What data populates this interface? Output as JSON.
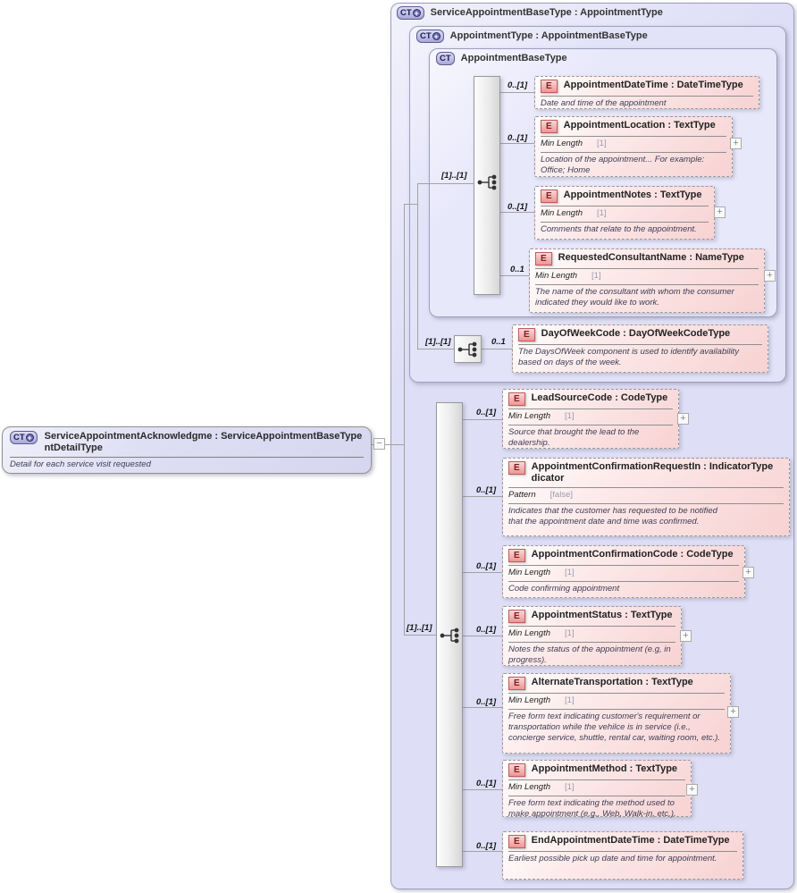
{
  "icons": {
    "complextype_badge": "CT",
    "element_badge": "E",
    "derived_plus": "+",
    "expand": "+",
    "collapse": "−"
  },
  "main_element": {
    "title_line1": "ServiceAppointmentAcknowledgme : ServiceAppointmentBaseType",
    "title_line2": "ntDetailType",
    "annotation": "Detail for each service visit requested"
  },
  "panels": {
    "outer": {
      "title": "ServiceAppointmentBaseType : AppointmentType"
    },
    "middle": {
      "title": "AppointmentType : AppointmentBaseType"
    },
    "inner": {
      "title": "AppointmentBaseType"
    }
  },
  "groups": {
    "base_sequence_cardinality": "[1]..[1]",
    "dayofweek_sequence_cardinality": "[1]..[1]",
    "extension_sequence_cardinality": "[1]..[1]"
  },
  "base_elements": [
    {
      "title": "AppointmentDateTime : DateTimeType",
      "cardinality": "0..[1]",
      "annotation": "Date and time of the appointment"
    },
    {
      "title": "AppointmentLocation : TextType",
      "cardinality": "0..[1]",
      "facet_name": "Min Length",
      "facet_value": "[1]",
      "annotation": "Location of the appointment... For example: Office; Home"
    },
    {
      "title": "AppointmentNotes : TextType",
      "cardinality": "0..[1]",
      "facet_name": "Min Length",
      "facet_value": "[1]",
      "annotation": "Comments that relate to the appointment."
    },
    {
      "title": "RequestedConsultantName : NameType",
      "cardinality": "0..1",
      "facet_name": "Min Length",
      "facet_value": "[1]",
      "annotation": "The name of the consultant with whom the consumer indicated they would like to work."
    }
  ],
  "dayofweek_element": {
    "title": "DayOfWeekCode : DayOfWeekCodeType",
    "cardinality": "0..1",
    "annotation": "The DaysOfWeek component is used to identify availability based on days of the week."
  },
  "extension_elements": [
    {
      "title": "LeadSourceCode : CodeType",
      "cardinality": "0..[1]",
      "facet_name": "Min Length",
      "facet_value": "[1]",
      "annotation": "Source that brought the lead to the dealership."
    },
    {
      "title_line1": "AppointmentConfirmationRequestIn : IndicatorType",
      "title_line2": "dicator",
      "cardinality": "0..[1]",
      "facet_name": "Pattern",
      "facet_value": "[false]",
      "annotation": "Indicates that the customer has requested to be notified that the appointment date and time was confirmed."
    },
    {
      "title": "AppointmentConfirmationCode : CodeType",
      "cardinality": "0..[1]",
      "facet_name": "Min Length",
      "facet_value": "[1]",
      "annotation": "Code confirming appointment"
    },
    {
      "title": "AppointmentStatus : TextType",
      "cardinality": "0..[1]",
      "facet_name": "Min Length",
      "facet_value": "[1]",
      "annotation": "Notes the status of the appointment (e.g, in progress)."
    },
    {
      "title": "AlternateTransportation : TextType",
      "cardinality": "0..[1]",
      "facet_name": "Min Length",
      "facet_value": "[1]",
      "annotation": "Free form text indicating customer's requirement or transportation while the vehilce is in service (i.e., concierge service, shuttle, rental car, waiting room, etc.)."
    },
    {
      "title": "AppointmentMethod : TextType",
      "cardinality": "0..[1]",
      "facet_name": "Min Length",
      "facet_value": "[1]",
      "annotation": "Free form text indicating the method used to make appointment (e.g., Web, Walk-in, etc.)."
    },
    {
      "title": "EndAppointmentDateTime : DateTimeType",
      "cardinality": "0..[1]",
      "annotation": "Earliest possible pick up date and time for appointment."
    }
  ]
}
